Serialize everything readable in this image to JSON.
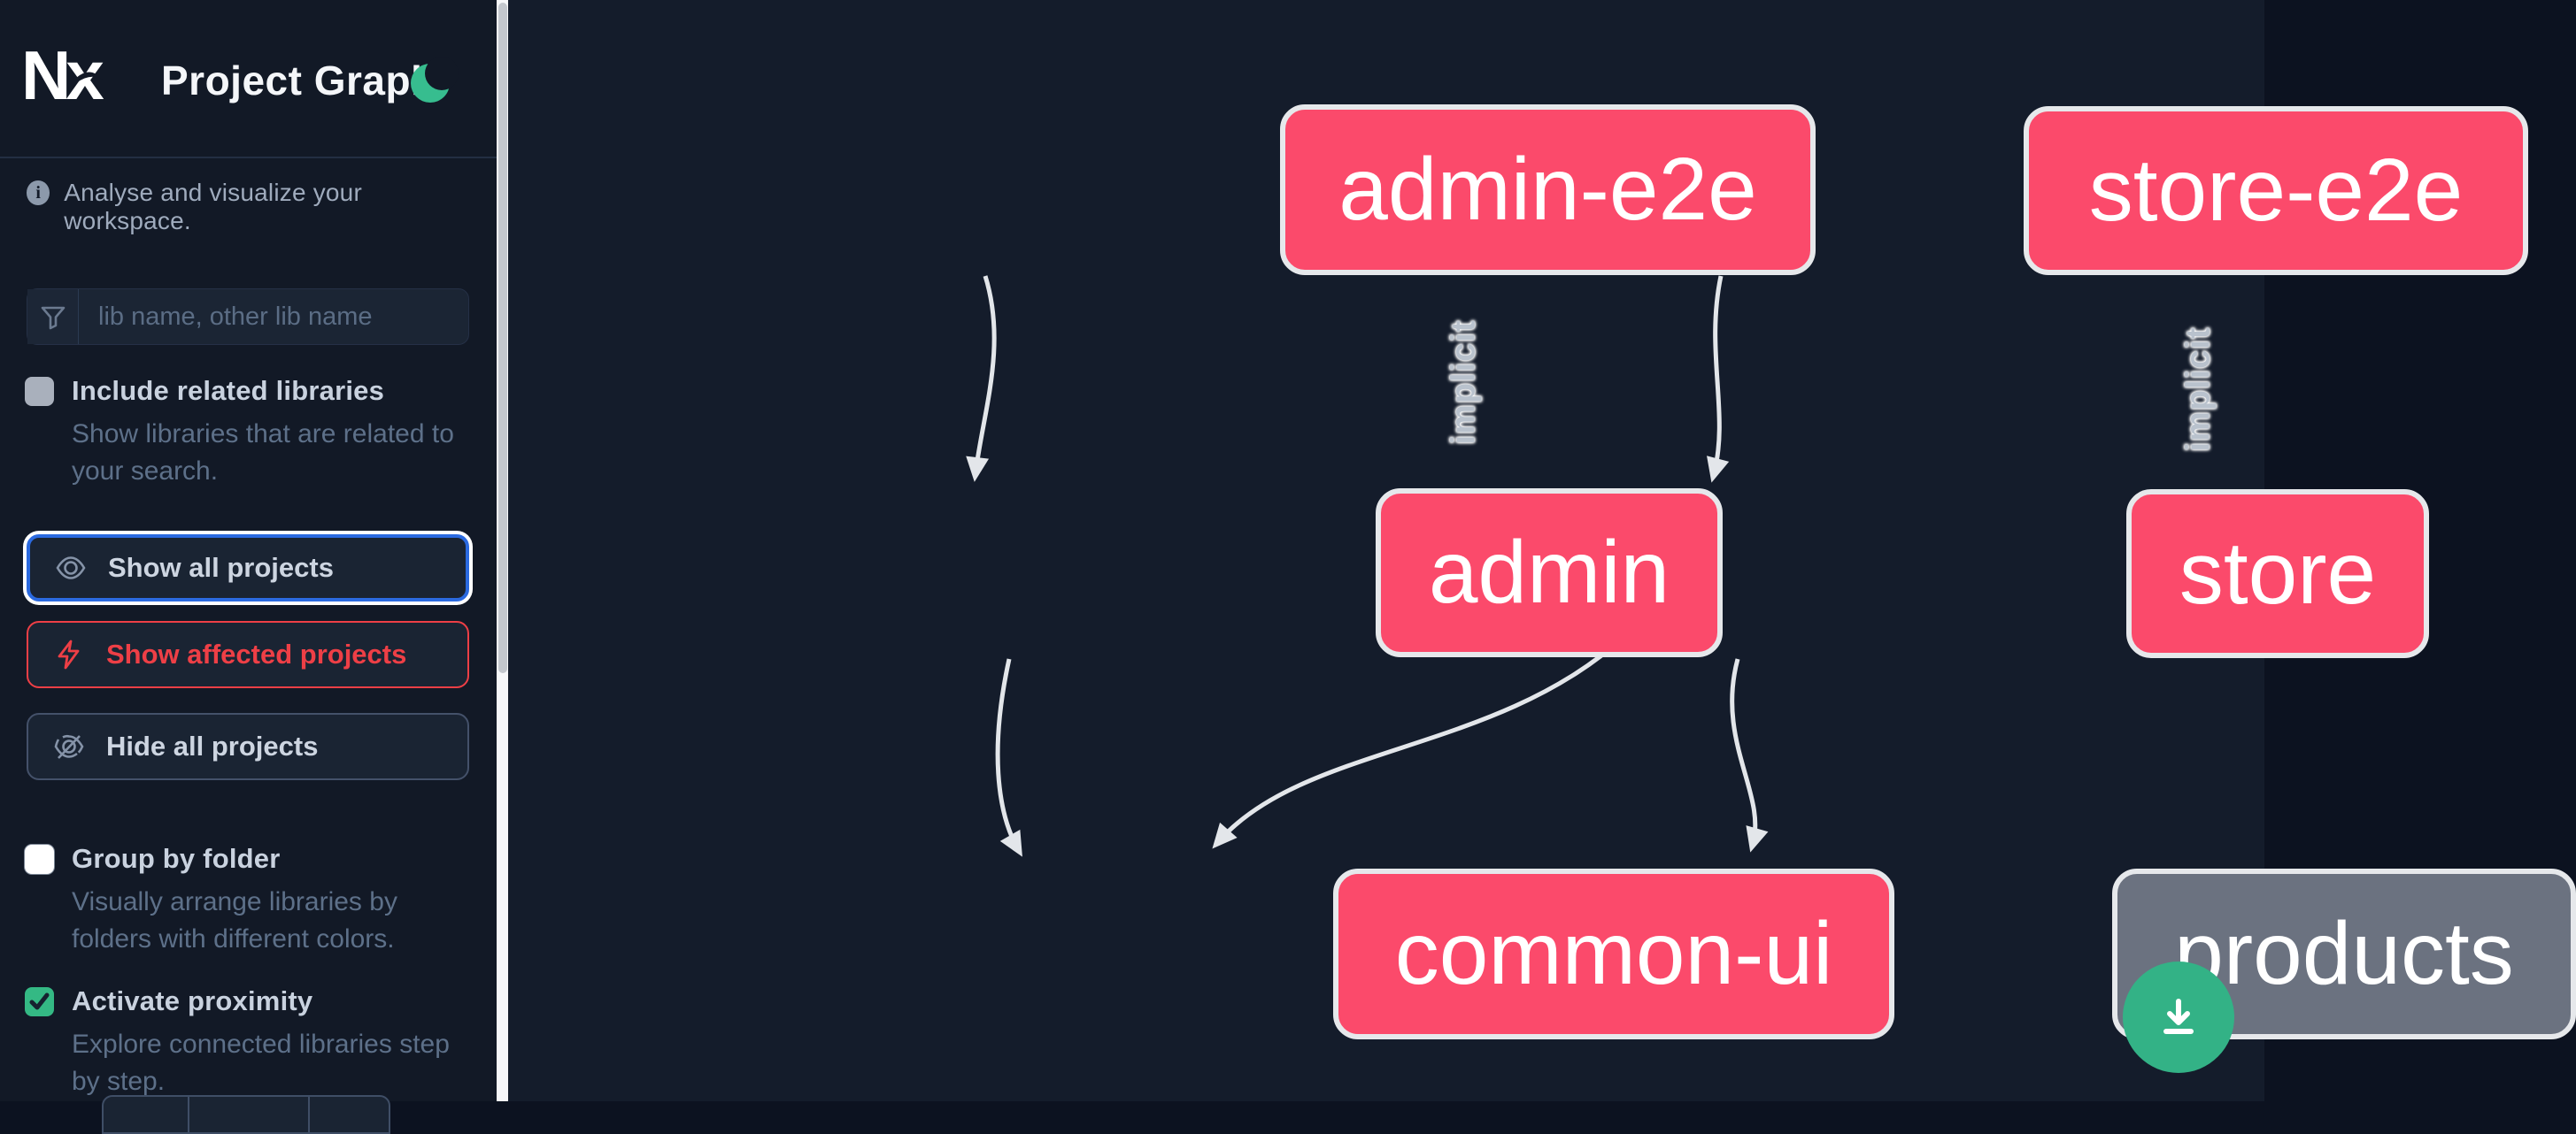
{
  "header": {
    "logo_text": "Nx",
    "title": "Project Graph"
  },
  "info": {
    "text": "Analyse and visualize your workspace."
  },
  "search": {
    "placeholder": "lib name, other lib name",
    "value": ""
  },
  "filters": {
    "include_related": {
      "label": "Include related libraries",
      "description": "Show libraries that are related to your search.",
      "checked": false
    },
    "group_by_folder": {
      "label": "Group by folder",
      "description": "Visually arrange libraries by folders with different colors.",
      "checked": false
    },
    "activate_proximity": {
      "label": "Activate proximity",
      "description": "Explore connected libraries step by step.",
      "checked": true
    }
  },
  "actions": {
    "show_all": {
      "label": "Show all projects",
      "state": "focused"
    },
    "show_affected": {
      "label": "Show affected projects"
    },
    "hide_all": {
      "label": "Hide all projects"
    }
  },
  "graph": {
    "nodes": [
      {
        "id": "admin-e2e",
        "status": "affected"
      },
      {
        "id": "store-e2e",
        "status": "affected"
      },
      {
        "id": "admin",
        "status": "affected"
      },
      {
        "id": "store",
        "status": "affected"
      },
      {
        "id": "common-ui",
        "status": "affected"
      },
      {
        "id": "products",
        "status": "normal"
      }
    ],
    "edges": [
      {
        "source": "admin-e2e",
        "target": "admin",
        "label": "implicit"
      },
      {
        "source": "store-e2e",
        "target": "store",
        "label": "implicit"
      },
      {
        "source": "admin",
        "target": "common-ui",
        "label": ""
      },
      {
        "source": "store",
        "target": "common-ui",
        "label": ""
      },
      {
        "source": "store",
        "target": "products",
        "label": ""
      }
    ]
  },
  "colors": {
    "affected_node": "#fb4a6b",
    "normal_node": "#6b7280",
    "focus_ring_blue": "#2b6ae0",
    "affected_red": "#ee3f46",
    "proximity_green": "#34b984",
    "fab_green": "#33b286",
    "edge_gray": "#e3e6ea"
  }
}
